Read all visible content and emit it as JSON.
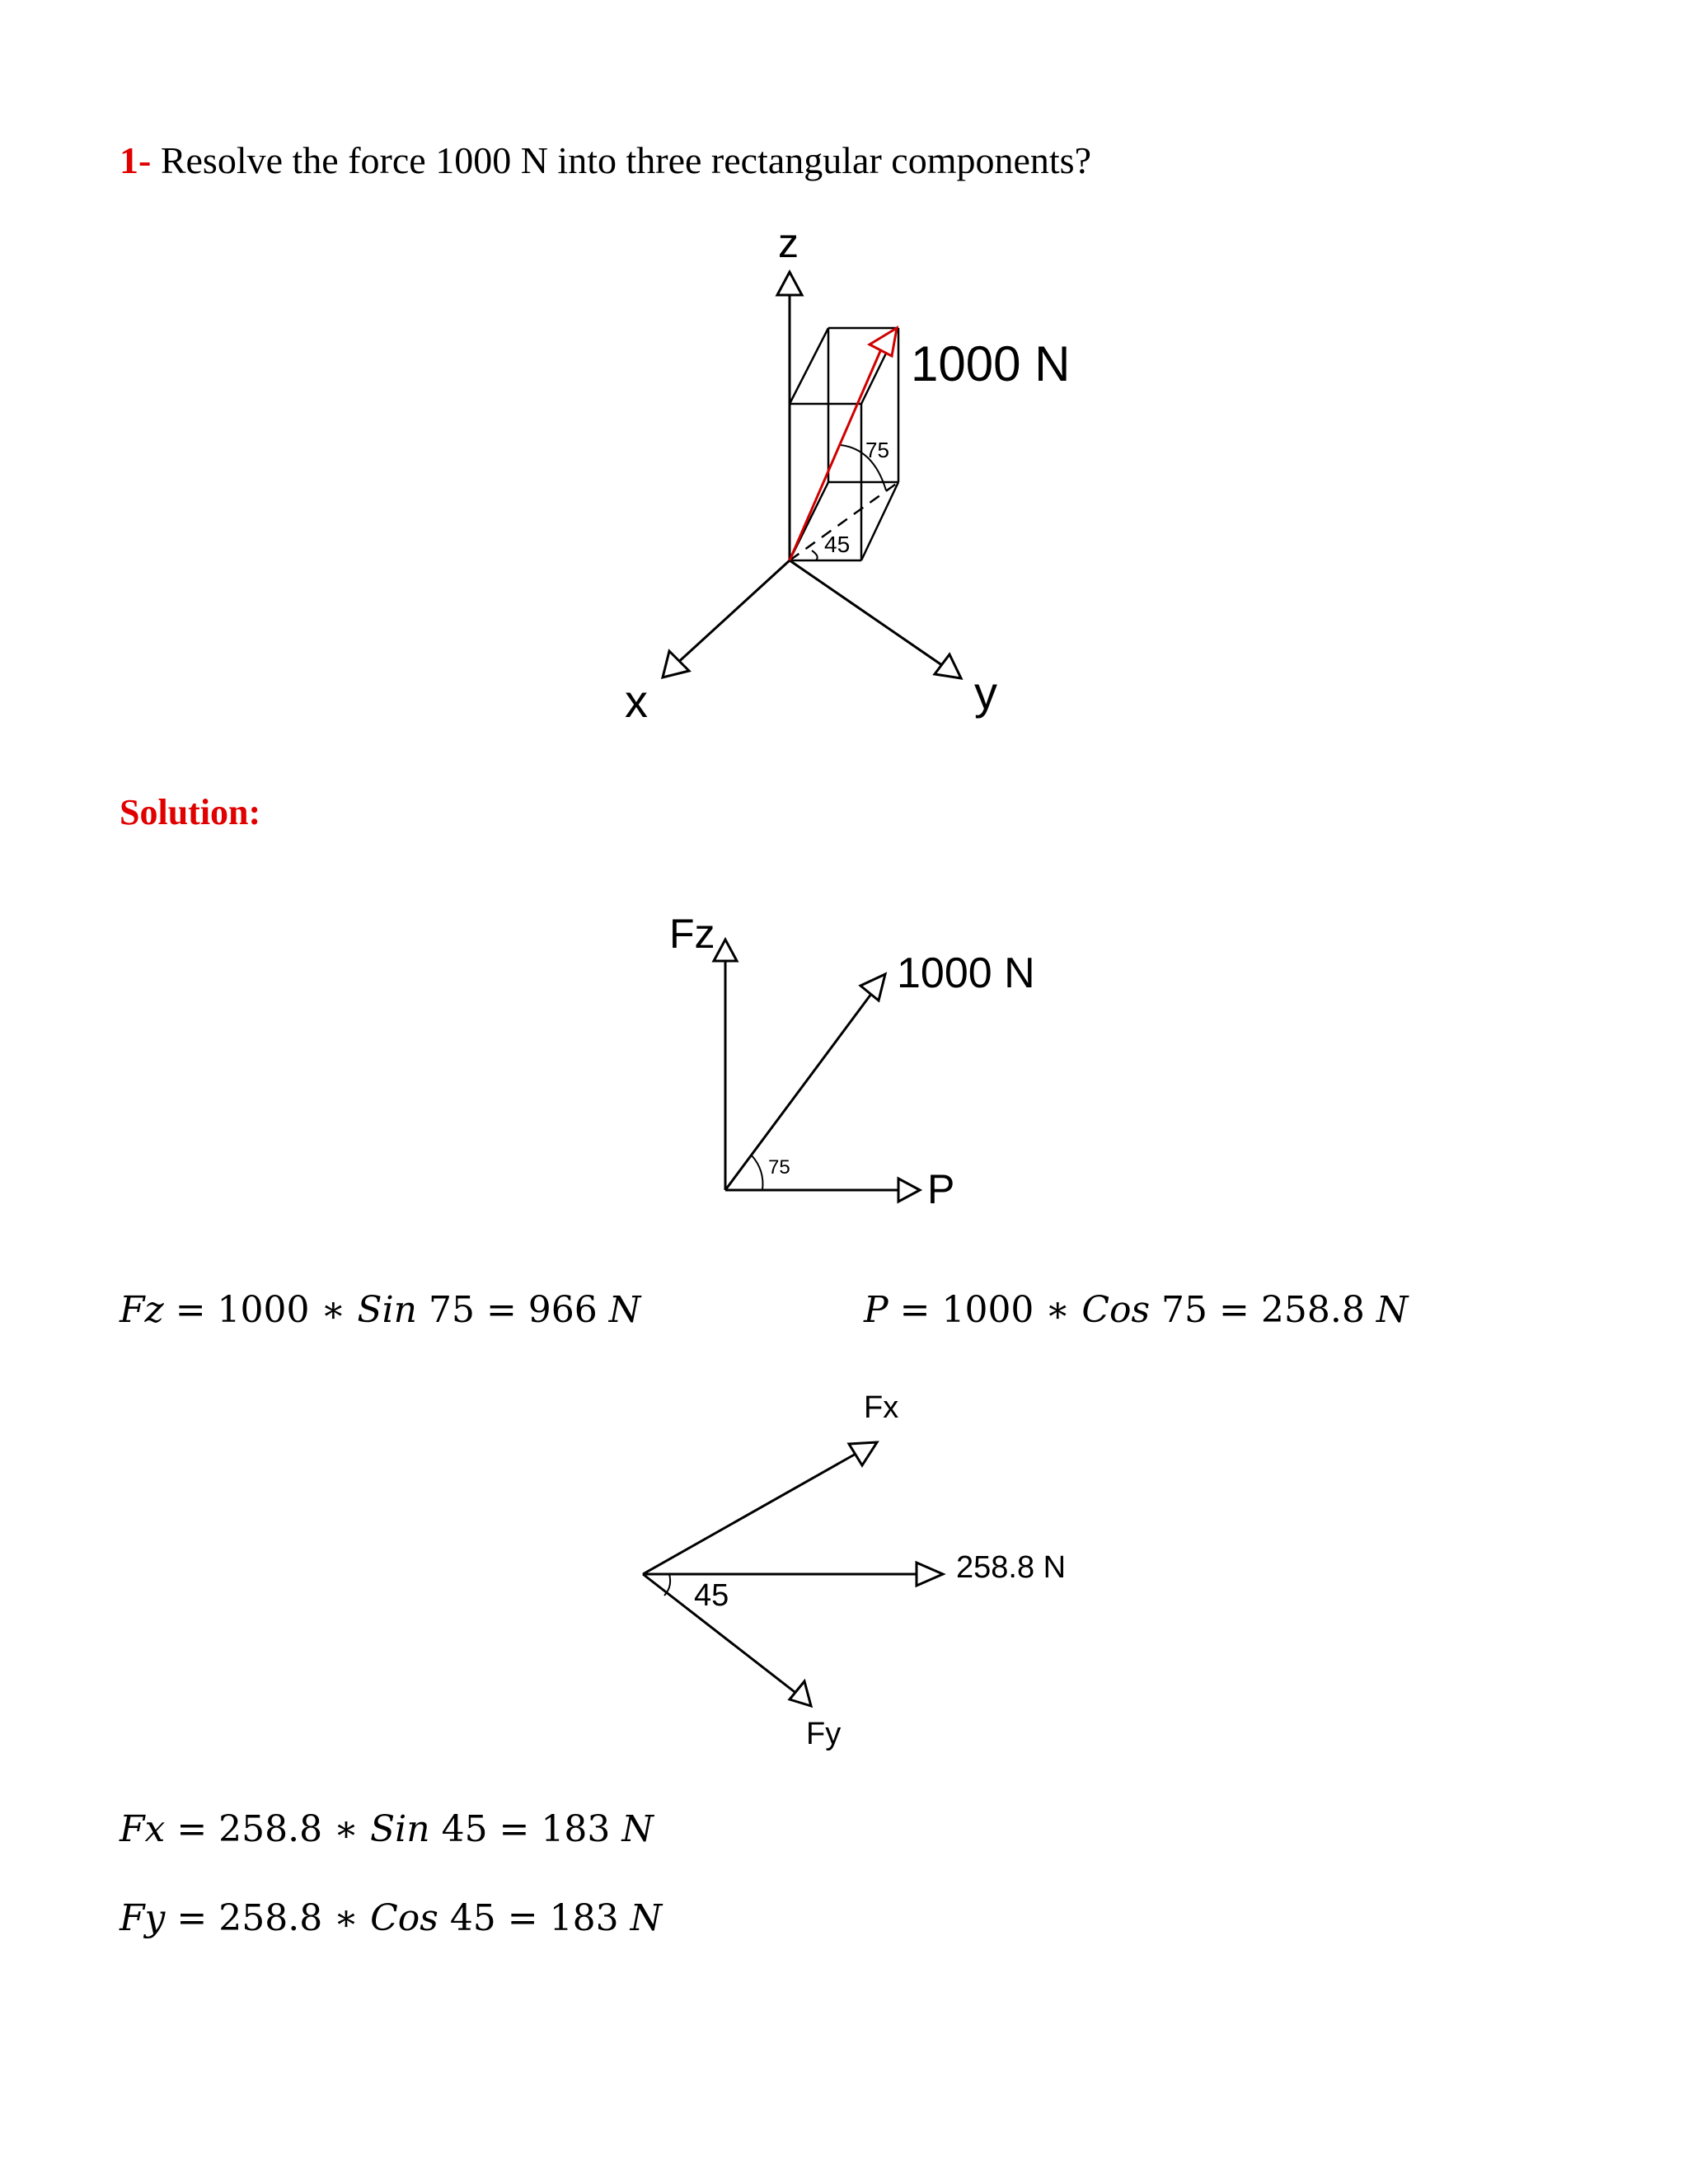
{
  "question": {
    "number": "1-",
    "text": "Resolve the force 1000 N into three rectangular components?"
  },
  "solution_heading": "Solution:",
  "figure1": {
    "axis_z": "z",
    "axis_x": "x",
    "axis_y": "y",
    "force_label": "1000 N",
    "angle_vertical": "75",
    "angle_horizontal": "45"
  },
  "figure2": {
    "fz_label": "Fz",
    "force_label": "1000 N",
    "p_label": "P",
    "angle": "75"
  },
  "equations_1": {
    "fz": {
      "lhs": "Fz",
      "rest": " = 1000 ∗ ",
      "fn": "Sin",
      "tail": " 75 = 966 ",
      "unit": "N"
    },
    "p": {
      "lhs": "P",
      "rest": " = 1000 ∗ ",
      "fn": "Cos",
      "tail": " 75 = 258.8 ",
      "unit": "N"
    }
  },
  "figure3": {
    "fx_label": "Fx",
    "p_value_label": "258.8 N",
    "angle": "45",
    "fy_label": "Fy"
  },
  "equations_2": {
    "fx": {
      "lhs": "Fx",
      "rest": " = 258.8 ∗ ",
      "fn": "Sin",
      "tail": " 45 = 183 ",
      "unit": "N"
    },
    "fy": {
      "lhs": "Fy",
      "rest": " = 258.8 ∗ ",
      "fn": "Cos",
      "tail": " 45 = 183 ",
      "unit": "N"
    }
  },
  "colors": {
    "accent_red": "#e00000",
    "line_black": "#000000"
  }
}
